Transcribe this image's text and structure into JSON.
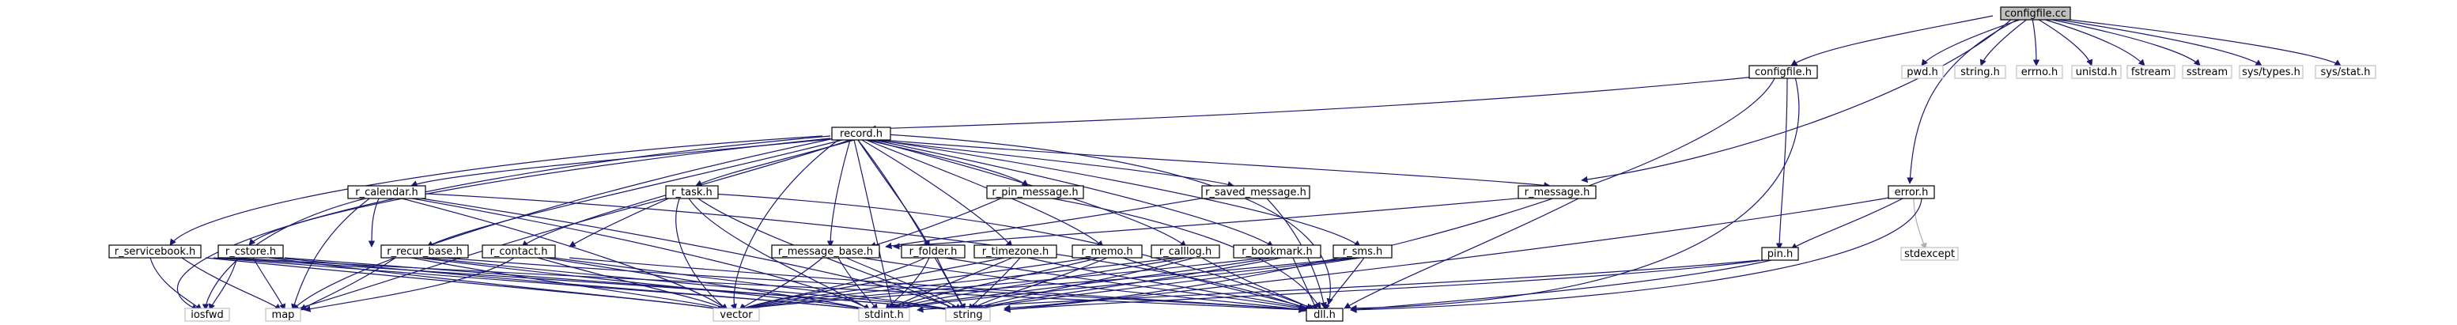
{
  "title": "configfile.cc",
  "colors": {
    "edge": "#191970",
    "edge_external": "#b0b0b0",
    "root_fill": "#bfbfbf",
    "node_border": "#000000",
    "external_border": "#c0c0c0"
  },
  "nodes": {
    "root": "configfile.cc",
    "configfile_h": "configfile.h",
    "pwd_h": "pwd.h",
    "string_h": "string.h",
    "errno_h": "errno.h",
    "unistd_h": "unistd.h",
    "fstream": "fstream",
    "sstream": "sstream",
    "sys_types_h": "sys/types.h",
    "sys_stat_h": "sys/stat.h",
    "record_h": "record.h",
    "error_h": "error.h",
    "r_calendar_h": "r_calendar.h",
    "r_task_h": "r_task.h",
    "r_pin_message_h": "r_pin_message.h",
    "r_saved_message_h": "r_saved_message.h",
    "r_message_h": "r_message.h",
    "stdexcept": "stdexcept",
    "r_servicebook_h": "r_servicebook.h",
    "r_cstore_h": "r_cstore.h",
    "r_recur_base_h": "r_recur_base.h",
    "r_contact_h": "r_contact.h",
    "r_message_base_h": "r_message_base.h",
    "r_folder_h": "r_folder.h",
    "r_timezone_h": "r_timezone.h",
    "r_memo_h": "r_memo.h",
    "r_calllog_h": "r_calllog.h",
    "r_bookmark_h": "r_bookmark.h",
    "r_sms_h": "r_sms.h",
    "pin_h": "pin.h",
    "iosfwd": "iosfwd",
    "map": "map",
    "vector": "vector",
    "stdint_h": "stdint.h",
    "string": "string",
    "dll_h": "dll.h"
  }
}
